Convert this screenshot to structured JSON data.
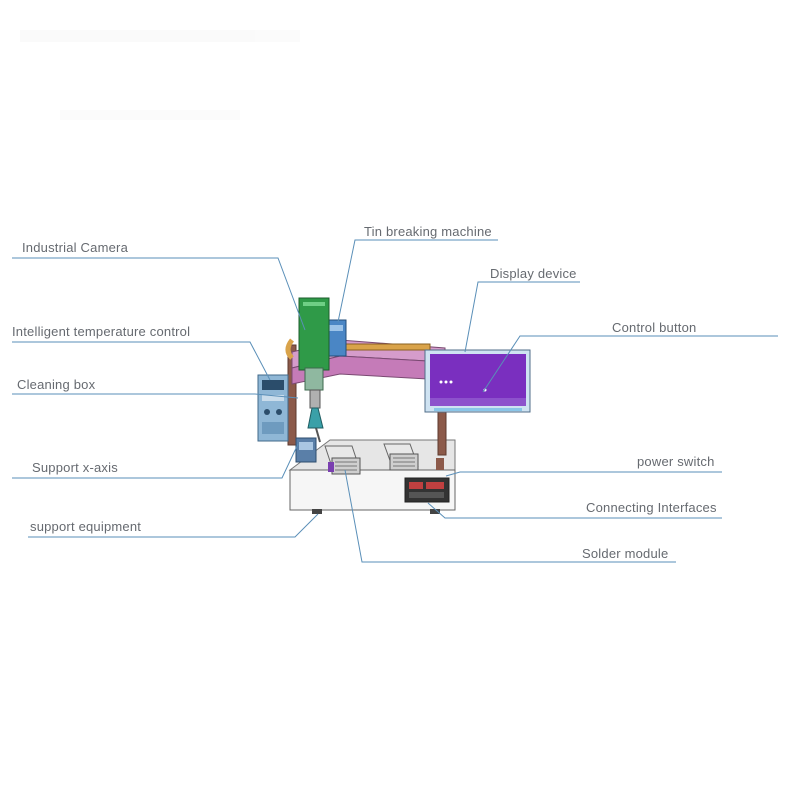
{
  "labels": {
    "industrial_camera": "Industrial Camera",
    "tin_breaking_machine": "Tin breaking machine",
    "display_device": "Display device",
    "intelligent_temperature_control": "Intelligent temperature control",
    "control_button": "Control button",
    "cleaning_box": "Cleaning box",
    "support_x_axis": "Support x-axis",
    "power_switch": "power switch",
    "connecting_interfaces": "Connecting Interfaces",
    "support_equipment": "support equipment",
    "solder_module": "Solder module"
  },
  "colors": {
    "leader_line": "#5a8fb8",
    "label_text": "#666a70",
    "display_screen": "#7a2fbf",
    "frame_pink": "#c98ac0",
    "post_brown": "#8c5a4a",
    "cam_green": "#2f9a48",
    "control_box_blue": "#8fb7d6",
    "base_white": "#f4f4f4"
  }
}
